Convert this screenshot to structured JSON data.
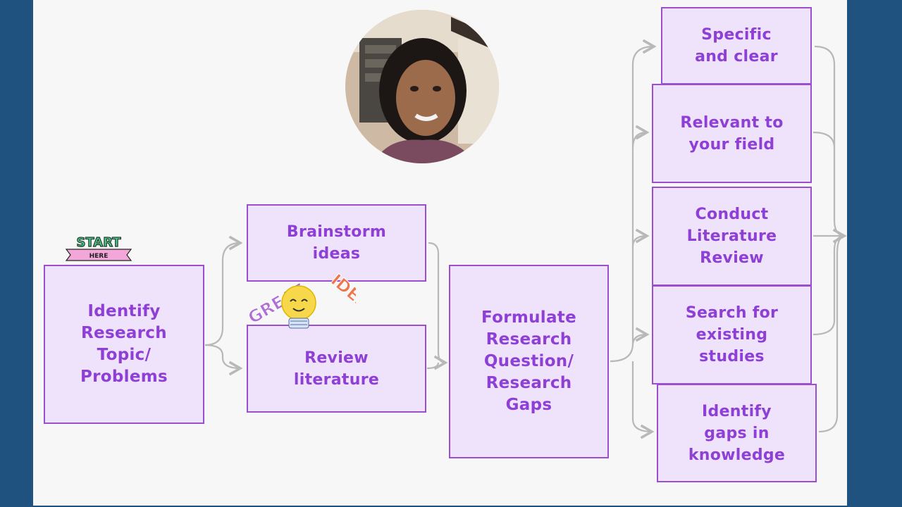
{
  "flow": {
    "start_sticker": {
      "line1": "START",
      "line2": "HERE"
    },
    "idea_sticker": {
      "word1": "GREAT",
      "word2": "IDEA"
    },
    "identify_topic": "Identify\nResearch\nTopic/\nProblems",
    "brainstorm": "Brainstorm\nideas",
    "review_literature": "Review\nliterature",
    "formulate": "Formulate\nResearch\nQuestion/\nResearch\nGaps",
    "criteria": [
      "Specific\nand clear",
      "Relevant to\nyour field",
      "Conduct\nLiterature\nReview",
      "Search for\nexisting\nstudies",
      "Identify\ngaps in\nknowledge"
    ]
  },
  "colors": {
    "frame": "#1f527e",
    "box_fill": "#efe2fb",
    "box_border": "#9a4fd1",
    "box_text": "#8e3fd6",
    "connector": "#b8b8b8"
  },
  "icons": [
    "start-here-sticker",
    "lightbulb-icon",
    "presenter-webcam"
  ]
}
